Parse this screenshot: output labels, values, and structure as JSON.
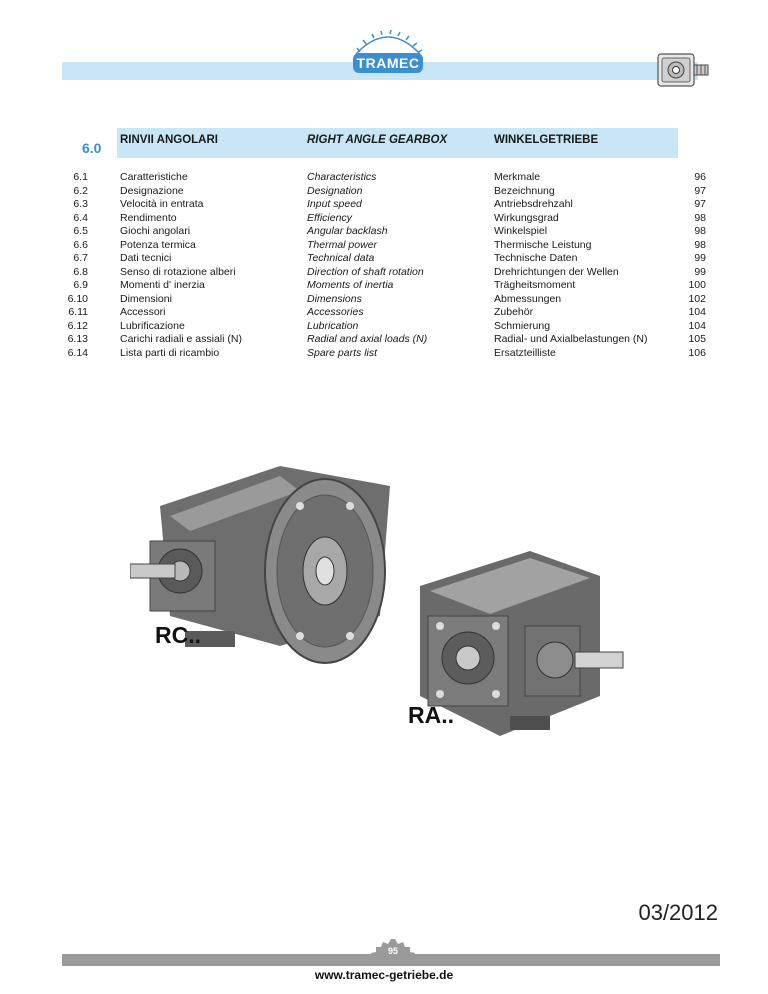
{
  "header": {
    "brand": "TRAMEC",
    "colors": {
      "band": "#c8e6f5",
      "accent": "#3a8fd0",
      "logo_fill": "#3a8fd0",
      "footer": "#9a9a9a"
    }
  },
  "section": {
    "number": "6.0",
    "title_it": "RINVII ANGOLARI",
    "title_en": "RIGHT ANGLE GEARBOX",
    "title_de": "WINKELGETRIEBE"
  },
  "toc": [
    {
      "num": "6.1",
      "it": "Caratteristiche",
      "en": "Characteristics",
      "de": "Merkmale",
      "page": "96"
    },
    {
      "num": "6.2",
      "it": "Designazione",
      "en": "Designation",
      "de": "Bezeichnung",
      "page": "97"
    },
    {
      "num": "6.3",
      "it": "Velocità in entrata",
      "en": "Input speed",
      "de": "Antriebsdrehzahl",
      "page": "97"
    },
    {
      "num": "6.4",
      "it": "Rendimento",
      "en": "Efficiency",
      "de": "Wirkungsgrad",
      "page": "98"
    },
    {
      "num": "6.5",
      "it": "Giochi angolari",
      "en": "Angular backlash",
      "de": "Winkelspiel",
      "page": "98"
    },
    {
      "num": "6.6",
      "it": "Potenza termica",
      "en": "Thermal power",
      "de": "Thermische Leistung",
      "page": "98"
    },
    {
      "num": "6.7",
      "it": "Dati tecnici",
      "en": "Technical data",
      "de": "Technische Daten",
      "page": "99"
    },
    {
      "num": "6.8",
      "it": "Senso di rotazione alberi",
      "en": "Direction of shaft rotation",
      "de": "Drehrichtungen der Wellen",
      "page": "99"
    },
    {
      "num": "6.9",
      "it": "Momenti d' inerzia",
      "en": "Moments of inertia",
      "de": "Trägheitsmoment",
      "page": "100"
    },
    {
      "num": "6.10",
      "it": "Dimensioni",
      "en": "Dimensions",
      "de": "Abmessungen",
      "page": "102"
    },
    {
      "num": "6.11",
      "it": "Accessori",
      "en": "Accessories",
      "de": "Zubehör",
      "page": "104"
    },
    {
      "num": "6.12",
      "it": "Lubrificazione",
      "en": "Lubrication",
      "de": "Schmierung",
      "page": "104"
    },
    {
      "num": "6.13",
      "it": "Carichi radiali e assiali (N)",
      "en": "Radial and axial loads (N)",
      "de": "Radial- und Axialbelastungen (N)",
      "page": "105"
    },
    {
      "num": "6.14",
      "it": "Lista parti di ricambio",
      "en": "Spare parts list",
      "de": "Ersatzteilliste",
      "page": "106"
    }
  ],
  "photo": {
    "label_rc": "RC..",
    "label_ra": "RA.."
  },
  "date": "03/2012",
  "footer": {
    "page": "95",
    "website": "www.tramec-getriebe.de"
  }
}
